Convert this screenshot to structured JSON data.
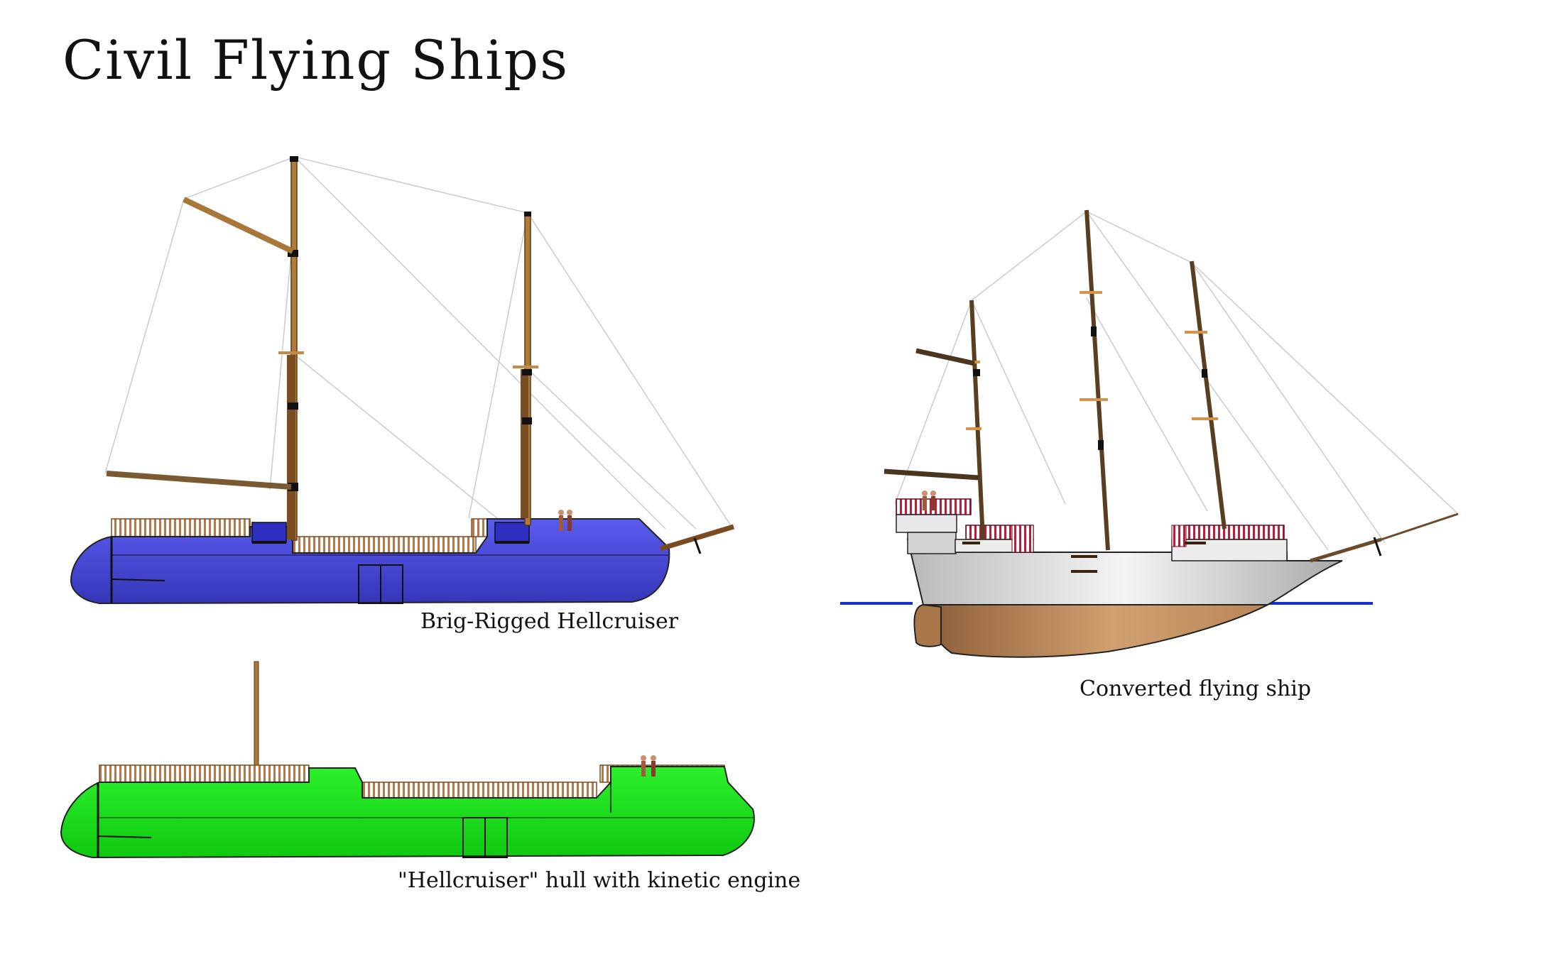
{
  "title": "Civil Flying Ships",
  "captions": {
    "brig": "Brig-Rigged Hellcruiser",
    "hull": "\"Hellcruiser\" hull with kinetic engine",
    "converted": "Converted flying ship"
  },
  "colors": {
    "brig_hull": "#4a4ad8",
    "green_hull": "#19e019",
    "converted_upper_hull": "#e2e2e2",
    "converted_lower_hull": "#b8875e",
    "mast": "#a8783a",
    "railing_wood": "#b5784a",
    "railing_red": "#b81e3a",
    "waterline": "#1430d0"
  }
}
